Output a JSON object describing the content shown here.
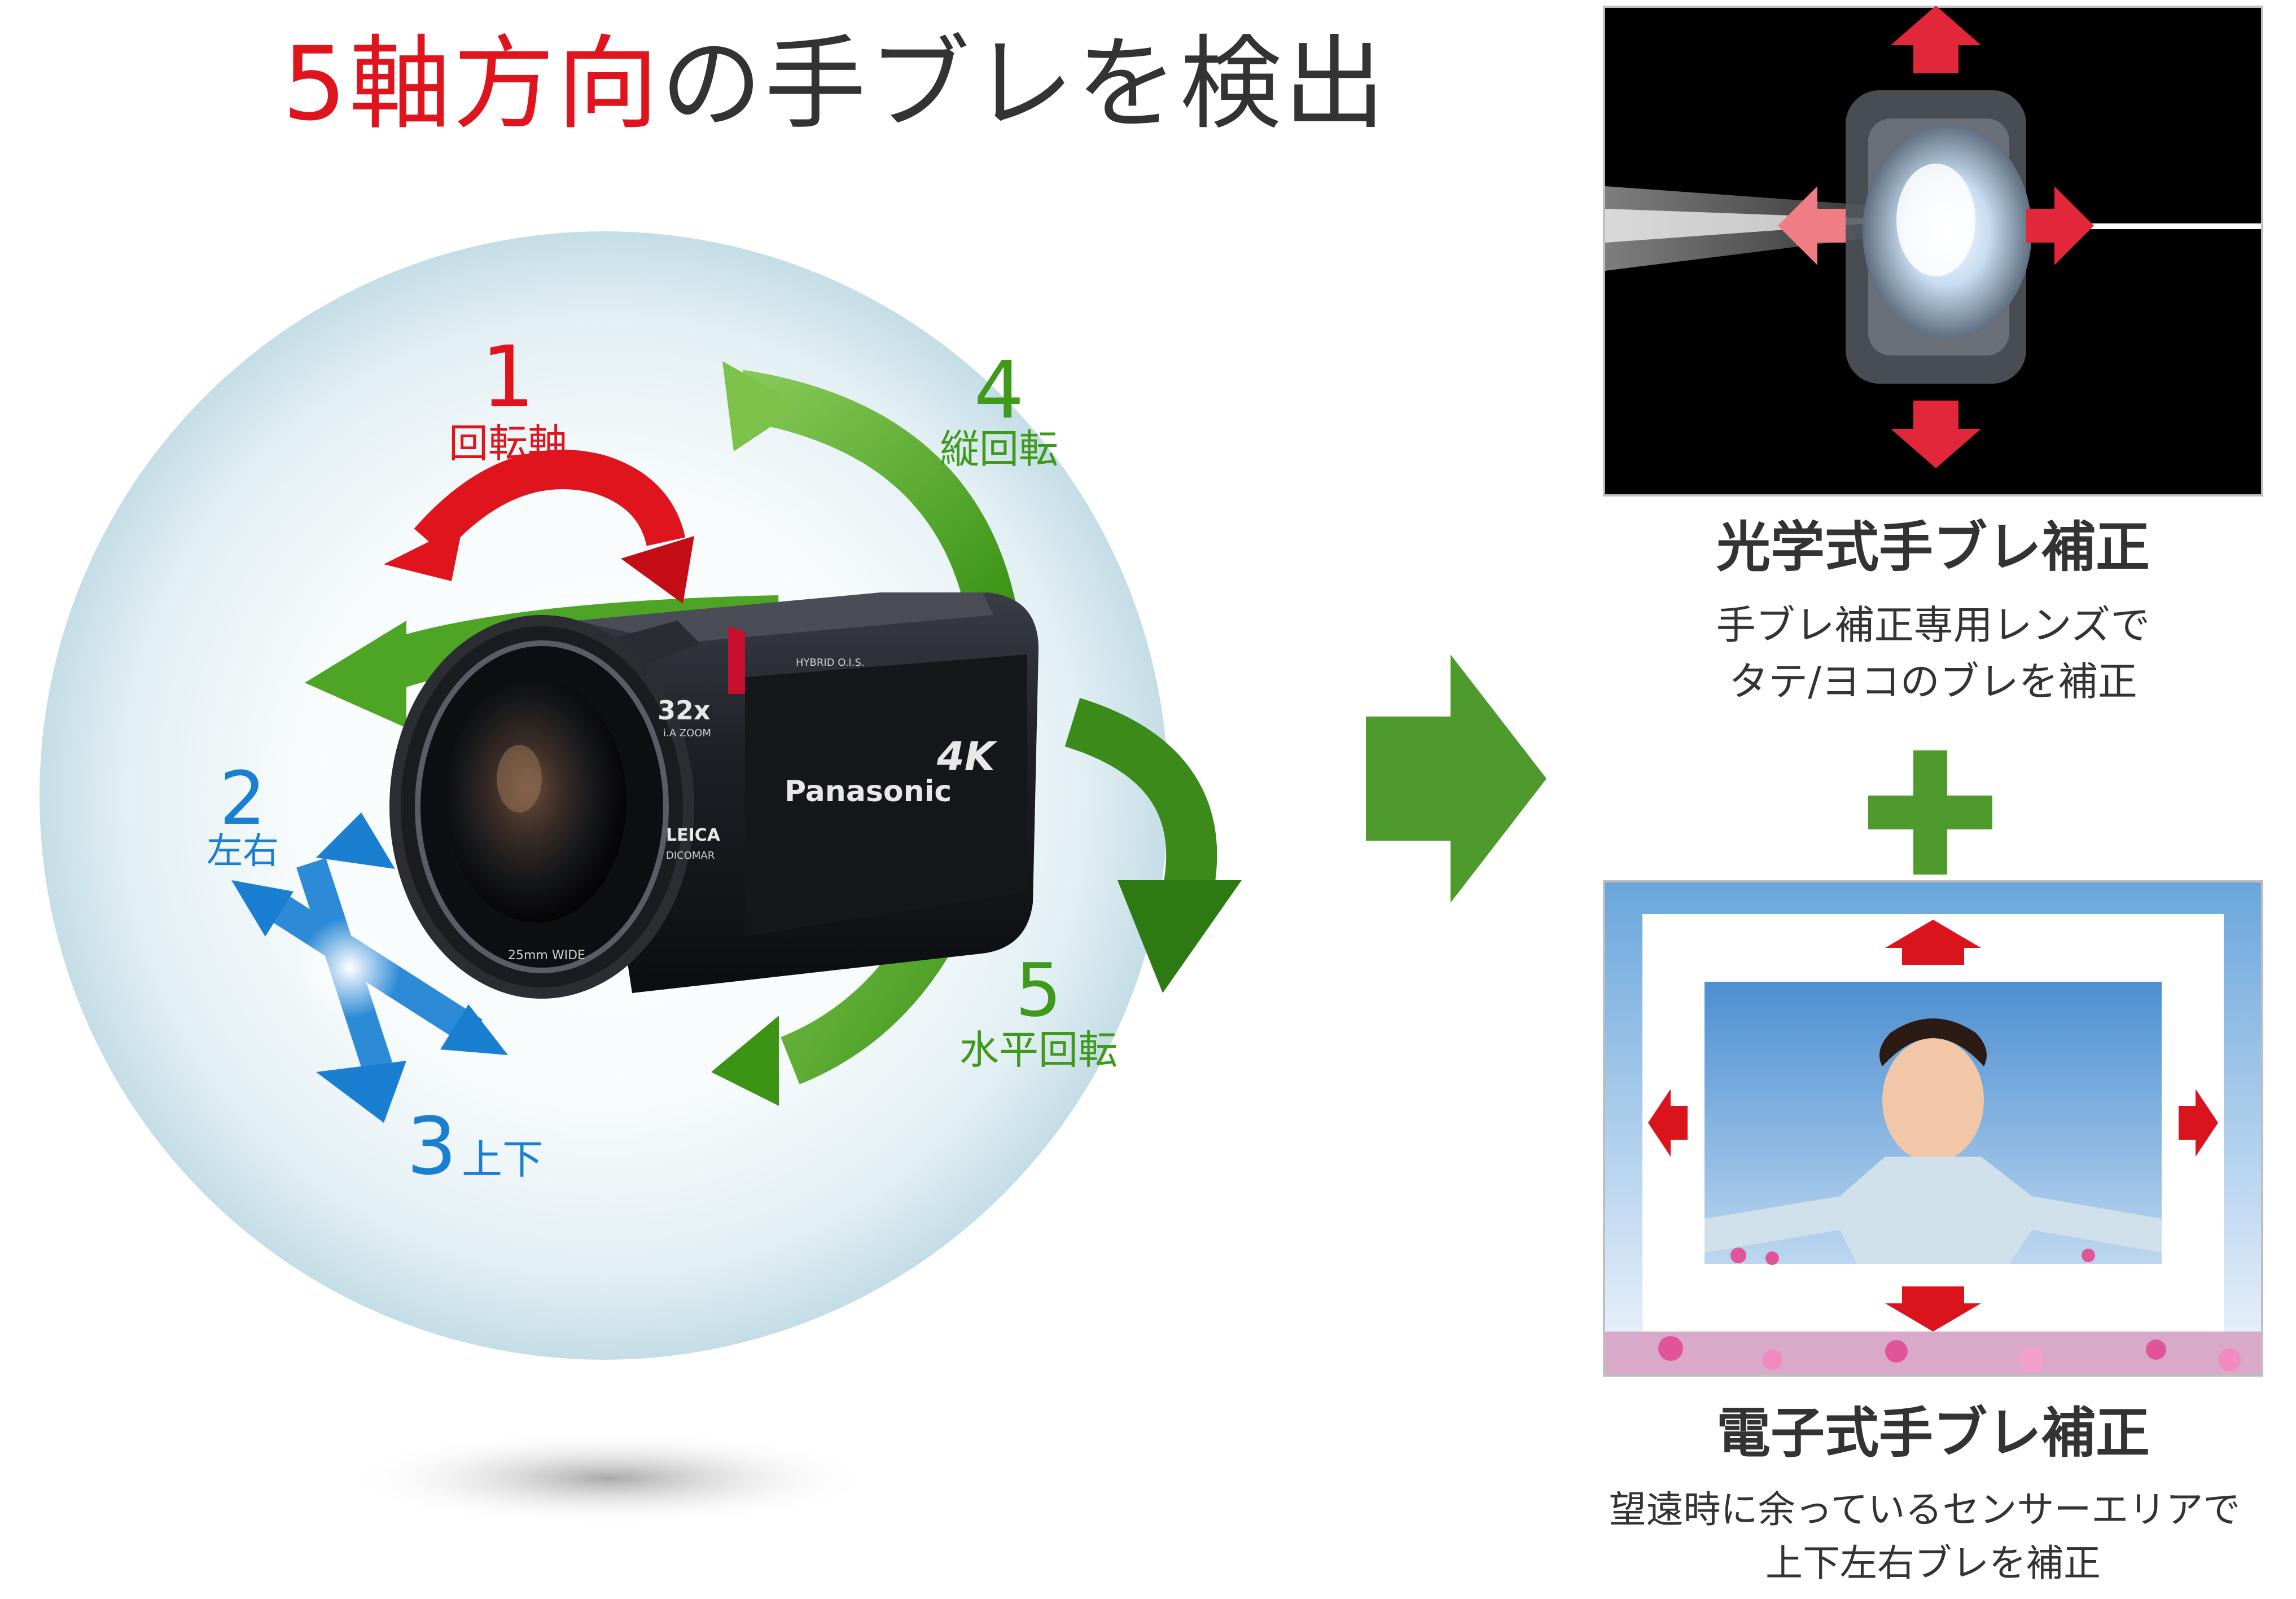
{
  "title": {
    "accent": "5軸方向",
    "rest": "の手ブレを検出"
  },
  "axes": [
    {
      "number": "1",
      "label": "回転軸",
      "color": "#e0141c"
    },
    {
      "number": "2",
      "label": "左右",
      "color": "#1a7fd0"
    },
    {
      "number": "3",
      "label": "上下",
      "color": "#1a7fd0"
    },
    {
      "number": "4",
      "label": "縦回転",
      "color": "#3f9a1c"
    },
    {
      "number": "5",
      "label": "水平回転",
      "color": "#3f9a1c"
    }
  ],
  "camera": {
    "brand": "Panasonic",
    "badge_4k": "4K",
    "zoom": "32x",
    "zoom_sub": "i.A ZOOM",
    "lens_brand": "LEICA",
    "lens_sub": "DICOMAR",
    "lens_ring": "25mm WIDE",
    "hybrid": "HYBRID O.I.S."
  },
  "optical": {
    "title": "光学式手ブレ補正",
    "line1": "手ブレ補正専用レンズで",
    "line2": "タテ/ヨコのブレを補正"
  },
  "plus": "+",
  "electronic": {
    "title": "電子式手ブレ補正",
    "line1": "望遠時に余っているセンサーエリアで",
    "line2": "上下左右ブレを補正"
  },
  "colors": {
    "red": "#e0141c",
    "green": "#3f9a1c",
    "blue": "#1a7fd0",
    "dark_text": "#333333"
  }
}
